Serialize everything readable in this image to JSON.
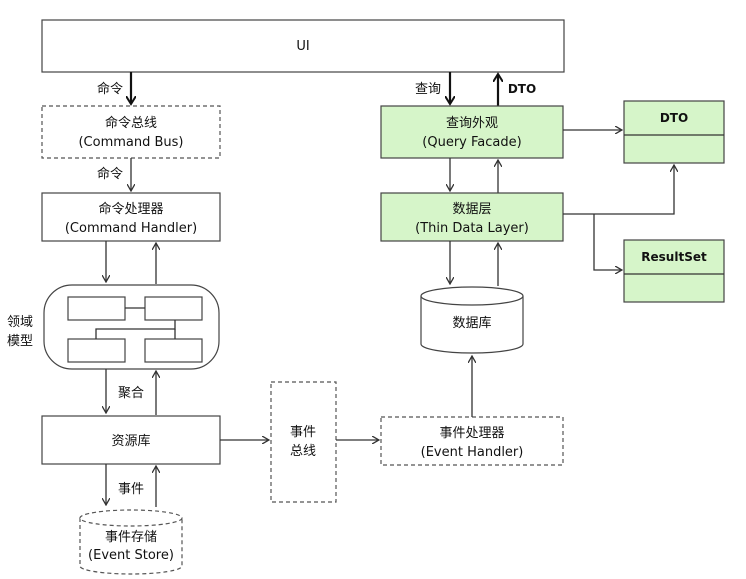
{
  "diagram": {
    "ui": "UI",
    "command_edge": "命令",
    "command_bus": {
      "zh": "命令总线",
      "en": "(Command Bus)"
    },
    "command_edge_2": "命令",
    "command_handler": {
      "zh": "命令处理器",
      "en": "(Command Handler)"
    },
    "domain_model": [
      "领域",
      "模型"
    ],
    "aggregate": "聚合",
    "repository": "资源库",
    "event_edge": "事件",
    "event_store": {
      "zh": "事件存储",
      "en": "(Event Store)"
    },
    "event_bus": [
      "事件",
      "总线"
    ],
    "event_handler": {
      "zh": "事件处理器",
      "en": "(Event Handler)"
    },
    "database": "数据库",
    "query_edge": "查询",
    "dto_edge": "DTO",
    "query_facade": {
      "zh": "查询外观",
      "en": "(Query Facade)"
    },
    "thin_data_layer": {
      "zh": "数据层",
      "en": "(Thin Data Layer)"
    },
    "dto_box": "DTO",
    "resultset_box": "ResultSet"
  },
  "colors": {
    "read_side_fill": "#d6f5c9",
    "stroke": "#444444"
  }
}
